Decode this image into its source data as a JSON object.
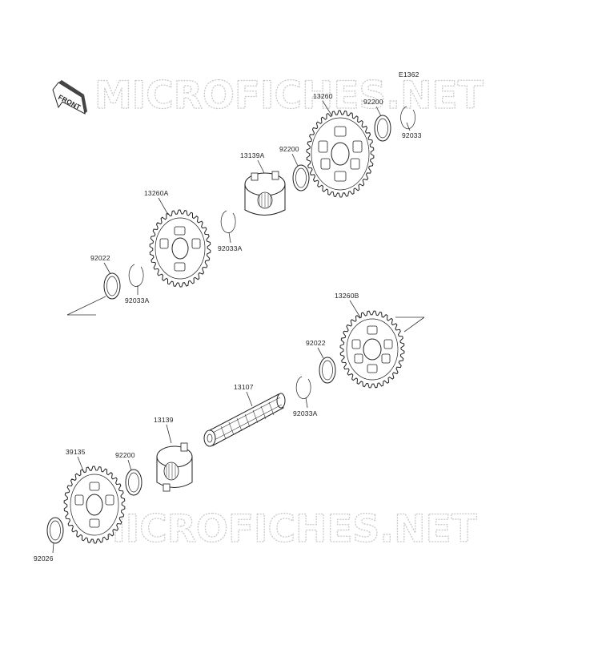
{
  "diagram": {
    "ref_code": "E1362",
    "front_badge": "FRONT",
    "watermark_top": "MICROFICHES.NET",
    "watermark_bottom": "MICROFICHES.NET",
    "parts": {
      "p13260": "13260",
      "p92200_top": "92200",
      "p92033_top": "92033",
      "p13139A": "13139A",
      "p92200_mid": "92200",
      "p13260A": "13260A",
      "p92033A_upper": "92033A",
      "p92022_upper": "92022",
      "p92033A_left": "92033A",
      "p13260B": "13260B",
      "p92022_right": "92022",
      "p92033A_right": "92033A",
      "p13107": "13107",
      "p13139": "13139",
      "p92200_low": "92200",
      "p39135": "39135",
      "p92026": "92026"
    }
  }
}
